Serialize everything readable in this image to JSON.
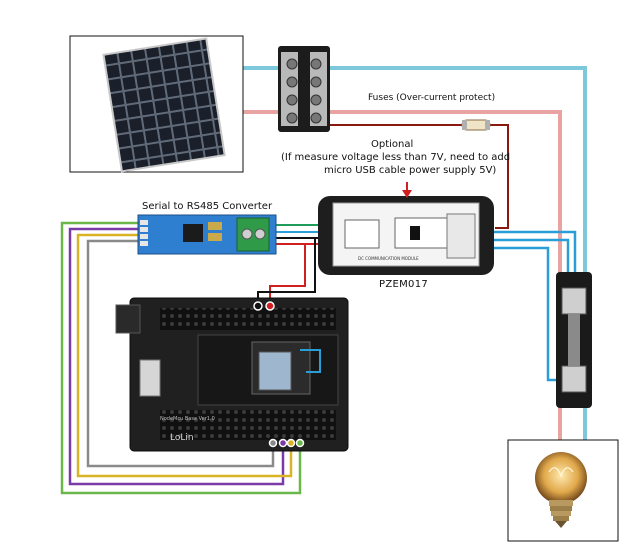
{
  "labels": {
    "fuse": "Fuses (Over-current protect)",
    "optional_title": "Optional",
    "optional_note_line1": "(If measure voltage less than 7V, need to add",
    "optional_note_line2": "micro USB cable power supply 5V)",
    "converter": "Serial to RS485 Converter",
    "meter": "PZEM017"
  },
  "module_text": {
    "meter_face_top": "DC COMMUNICATION MODULE",
    "board_name": "LoLin",
    "board_sub": "NodeMcu Base Ver1.0"
  },
  "colors": {
    "solar_positive_wire": "#e8a3a3",
    "solar_negative_wire": "#7ec8dc",
    "dark_red_wire": "#8a1a10",
    "green_wire": "#6ab84a",
    "purple_wire": "#7a3aa8",
    "yellow_wire": "#d9b526",
    "gray_wire": "#8a8a8a",
    "rs485_board": "#2f7fd1",
    "meter_body": "#1e1e1e",
    "terminal_green": "#2f9a48"
  },
  "icons": [
    "solar-panel-icon",
    "terminal-block-icon",
    "fuse-icon",
    "rs485-module-icon",
    "pzem017-meter-icon",
    "shunt-icon",
    "nodemcu-base-icon",
    "light-bulb-icon"
  ]
}
